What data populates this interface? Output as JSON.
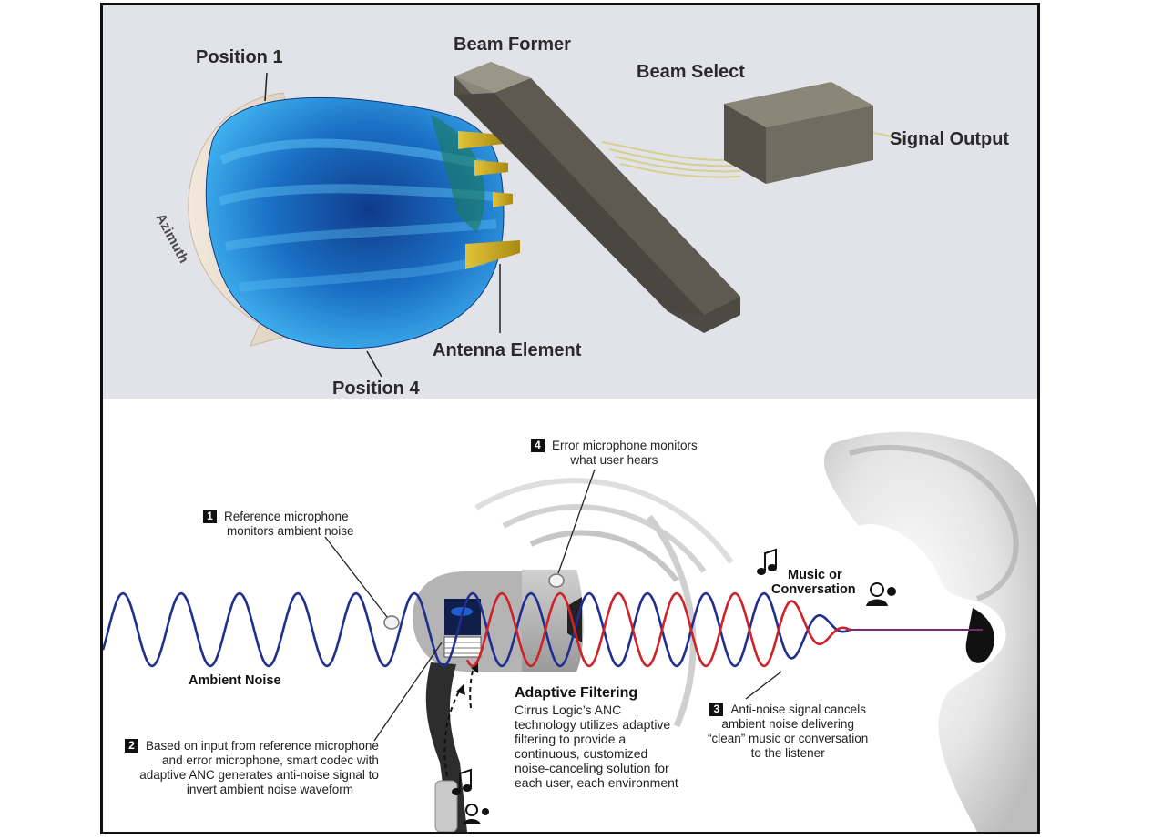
{
  "top": {
    "position1": "Position 1",
    "position4": "Position 4",
    "beam_former": "Beam Former",
    "beam_select": "Beam Select",
    "signal_output": "Signal Output",
    "antenna_element": "Antenna Element",
    "azimuth": "Azimuth"
  },
  "bottom": {
    "ambient_noise": "Ambient Noise",
    "music_or": "Music or",
    "conversation": "Conversation",
    "step1": {
      "num": "1",
      "line1": "Reference microphone",
      "line2": "monitors ambient noise"
    },
    "step2": {
      "num": "2",
      "line1": "Based on input from reference microphone",
      "line2": "and error microphone, smart codec with",
      "line3": "adaptive ANC generates anti-noise signal to",
      "line4": "invert ambient noise waveform"
    },
    "step3": {
      "num": "3",
      "line1": "Anti-noise signal cancels",
      "line2": "ambient noise delivering",
      "line3": "“clean” music or conversation",
      "line4": "to the listener"
    },
    "step4": {
      "num": "4",
      "line1": "Error microphone monitors",
      "line2": "what user hears"
    },
    "adaptive": {
      "title": "Adaptive Filtering",
      "lines": [
        "Cirrus Logic’s ANC",
        "technology utilizes adaptive",
        "filtering to provide a",
        "continuous, customized",
        "noise-canceling solution for",
        "each user, each environment"
      ]
    }
  },
  "colors": {
    "ambient_wave": "#1e2f8f",
    "anti_wave": "#d0202a",
    "box": "#5b574e",
    "lobe": "#2a8fd6"
  }
}
